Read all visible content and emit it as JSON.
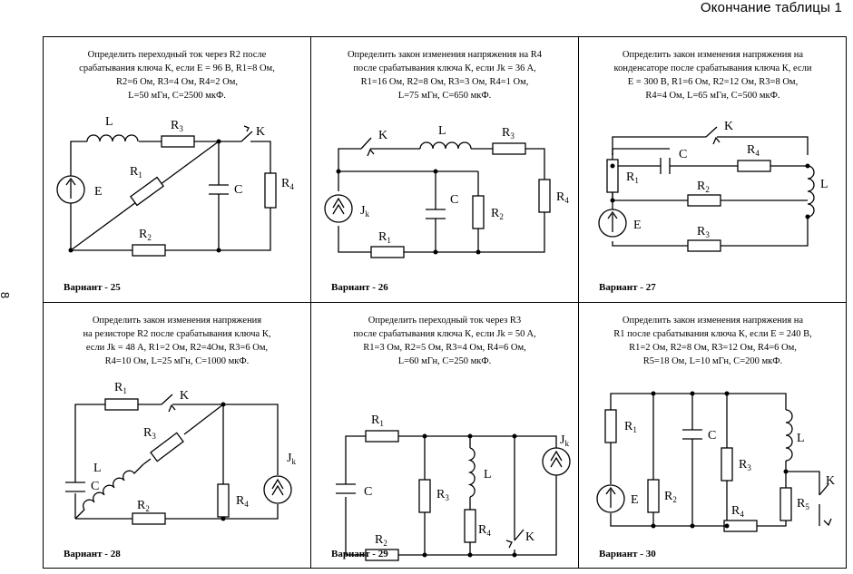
{
  "header": {
    "title": "Окончание таблицы 1"
  },
  "page_number": "8",
  "cells": [
    {
      "variant": "Вариант - 25",
      "task_lines": [
        "Определить переходный ток через R2 после",
        "срабатывания ключа К, если E = 96 B,  R1=8 Ом,",
        "R2=6 Ом,  R3=4 Ом,  R4=2 Ом,",
        "L=50 мГн,  C=2500 мкФ."
      ],
      "labels": {
        "L": "L",
        "R1": "R",
        "R2": "R",
        "R3": "R",
        "R4": "R",
        "C": "C",
        "E": "E",
        "K": "K",
        "i1": "1",
        "i2": "2",
        "i3": "3",
        "i4": "4"
      }
    },
    {
      "variant": "Вариант - 26",
      "task_lines": [
        "Определить закон изменения напряжения на  R4",
        "после срабатывания ключа К, если Jk = 36 A,",
        "R1=16 Ом, R2=8 Ом,  R3=3 Ом,  R4=1 Ом,",
        "L=75 мГн, C=650 мкФ."
      ],
      "labels": {
        "K": "K",
        "L": "L",
        "R3": "R",
        "i3": "3",
        "J": "J",
        "k": "k",
        "C": "C",
        "R2": "R",
        "i2": "2",
        "R4": "R",
        "i4": "4",
        "R1": "R",
        "i1": "1"
      }
    },
    {
      "variant": "Вариант - 27",
      "task_lines": [
        "Определить закон изменения напряжения на",
        "конденсаторе после срабатывания ключа К, если",
        "E = 300 B,  R1=6 Ом,  R2=12 Ом,  R3=8 Ом,",
        "R4=4 Ом,  L=65 мГн,  C=500 мкФ."
      ],
      "labels": {
        "K": "K",
        "C": "C",
        "R4": "R",
        "i4": "4",
        "R1": "R",
        "i1": "1",
        "L": "L",
        "R2": "R",
        "i2": "2",
        "E": "E",
        "R3": "R",
        "i3": "3"
      }
    },
    {
      "variant": "Вариант - 28",
      "task_lines": [
        "Определить закон изменения напряжения",
        "на резисторе  R2 после срабатывания ключа К,",
        "если Jk = 48 A,  R1=2 Ом,  R2=4Ом,  R3=6 Ом,",
        "R4=10 Ом,  L=25 мГн,  C=1000 мкФ."
      ],
      "labels": {
        "R1": "R",
        "i1": "1",
        "K": "K",
        "J": "J",
        "k": "k",
        "C": "C",
        "R3": "R",
        "i3": "3",
        "R4": "R",
        "i4": "4",
        "L": "L",
        "R2": "R",
        "i2": "2"
      }
    },
    {
      "variant": "Вариант - 29",
      "task_lines": [
        "Определить переходный ток через R3",
        "после срабатывания ключа К, если Jk = 50 A,",
        "R1=3 Ом, R2=5 Ом, R3=4 Ом, R4=6 Ом,",
        "L=60 мГн, C=250 мкФ."
      ],
      "labels": {
        "R1": "R",
        "i1": "1",
        "J": "J",
        "k": "k",
        "L": "L",
        "C": "C",
        "R3": "R",
        "i3": "3",
        "R4": "R",
        "i4": "4",
        "K": "K",
        "R2": "R",
        "i2": "2"
      }
    },
    {
      "variant": "Вариант - 30",
      "task_lines": [
        "Определить закон изменения напряжения на",
        "R1 после срабатывания ключа К, если E = 240 B,",
        "R1=2 Ом,  R2=8 Ом,  R3=12 Ом,  R4=6 Ом,",
        "R5=18 Ом,  L=10 мГн,  C=200 мкФ."
      ],
      "labels": {
        "R1": "R",
        "i1": "1",
        "C": "C",
        "L": "L",
        "E": "E",
        "R3": "R",
        "i3": "3",
        "R2": "R",
        "i2": "2",
        "K": "K",
        "R5": "R",
        "i5": "5",
        "R4": "R",
        "i4": "4"
      }
    }
  ]
}
